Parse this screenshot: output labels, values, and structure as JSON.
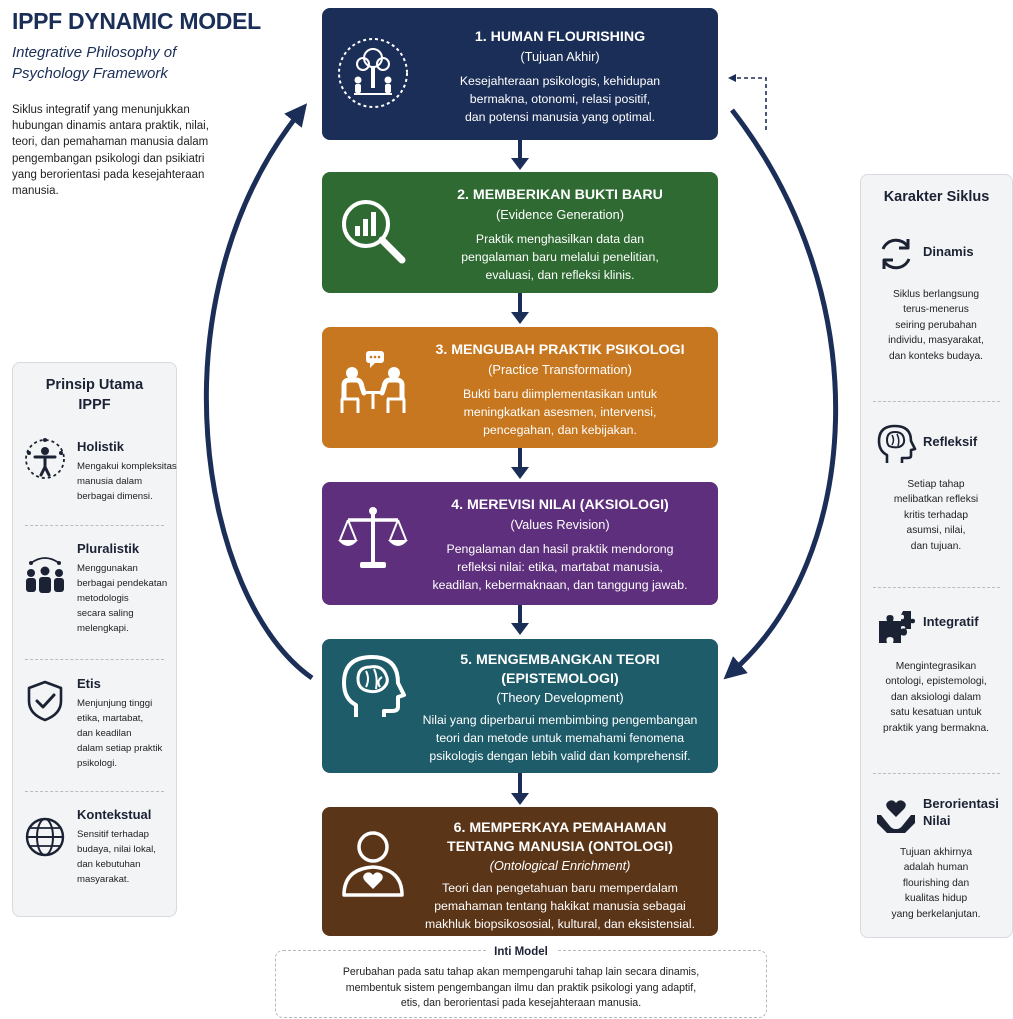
{
  "header": {
    "title": "IPPF DYNAMIC MODEL",
    "subtitle_line1": "Integrative Philosophy of",
    "subtitle_line2": "Psychology Framework",
    "intro": "Siklus integratif yang menunjukkan hubungan dinamis antara praktik, nilai, teori, dan pemahaman manusia dalam pengembangan psikologi dan psikiatri yang berorientasi pada kesejahteraan manusia."
  },
  "colors": {
    "navy": "#1b2e57",
    "green": "#2e6a31",
    "orange": "#c7771f",
    "purple": "#5e2f7c",
    "teal": "#1e5c6a",
    "brown": "#5b3518",
    "arrow": "#1b2e57"
  },
  "steps": [
    {
      "title": "1. HUMAN FLOURISHING",
      "subtitle": "(Tujuan Akhir)",
      "body_lines": [
        "Kesejahteraan psikologis, kehidupan",
        "bermakna, otonomi, relasi positif,",
        "dan potensi manusia yang optimal."
      ],
      "icon": "tree-people-icon"
    },
    {
      "title": "2. MEMBERIKAN BUKTI BARU",
      "subtitle": "(Evidence Generation)",
      "body_lines": [
        "Praktik menghasilkan data dan",
        "pengalaman baru melalui penelitian,",
        "evaluasi, dan refleksi klinis."
      ],
      "icon": "magnifier-chart-icon"
    },
    {
      "title": "3. MENGUBAH PRAKTIK PSIKOLOGI",
      "subtitle": "(Practice Transformation)",
      "body_lines": [
        "Bukti baru diimplementasikan untuk",
        "meningkatkan asesmen, intervensi,",
        "pencegahan, dan kebijakan."
      ],
      "icon": "counseling-session-icon"
    },
    {
      "title": "4. MEREVISI NILAI (AKSIOLOGI)",
      "subtitle": "(Values Revision)",
      "body_lines": [
        "Pengalaman dan hasil praktik mendorong",
        "refleksi nilai: etika, martabat manusia,",
        "keadilan, kebermaknaan, dan tanggung jawab."
      ],
      "icon": "balance-scale-icon"
    },
    {
      "title_line1": "5. MENGEMBANGKAN TEORI",
      "title_line2": "(EPISTEMOLOGI)",
      "subtitle": "(Theory Development)",
      "body_lines": [
        "Nilai yang diperbarui membimbing pengembangan",
        "teori dan metode untuk memahami fenomena",
        "psikologis dengan lebih valid dan komprehensif."
      ],
      "icon": "head-brain-icon"
    },
    {
      "title_line1": "6. MEMPERKAYA PEMAHAMAN",
      "title_line2": "TENTANG MANUSIA (ONTOLOGI)",
      "subtitle": "(Ontological Enrichment)",
      "body_lines": [
        "Teori dan pengetahuan baru memperdalam",
        "pemahaman tentang hakikat manusia sebagai",
        "makhluk biopsikososial, kultural, dan eksistensial."
      ],
      "icon": "person-heart-icon"
    }
  ],
  "left_panel": {
    "title_line1": "Prinsip Utama",
    "title_line2": "IPPF",
    "items": [
      {
        "head": "Holistik",
        "lines": [
          "Mengakui kompleksitas",
          "manusia dalam",
          "berbagai dimensi."
        ],
        "icon": "holistic-person-icon"
      },
      {
        "head": "Pluralistik",
        "lines": [
          "Menggunakan",
          "berbagai pendekatan",
          "metodologis",
          "secara saling",
          "melengkapi."
        ],
        "icon": "group-people-icon"
      },
      {
        "head": "Etis",
        "lines": [
          "Menjunjung tinggi",
          "etika, martabat,",
          "dan keadilan",
          "dalam setiap praktik",
          "psikologi."
        ],
        "icon": "shield-check-icon"
      },
      {
        "head": "Kontekstual",
        "lines": [
          "Sensitif terhadap",
          "budaya, nilai lokal,",
          "dan kebutuhan",
          "masyarakat."
        ],
        "icon": "globe-icon"
      }
    ]
  },
  "right_panel": {
    "title": "Karakter Siklus",
    "items": [
      {
        "head_line1": "Dinamis",
        "head_line2": "",
        "lines": [
          "Siklus berlangsung",
          "terus-menerus",
          "seiring perubahan",
          "individu, masyarakat,",
          "dan konteks budaya."
        ],
        "icon": "cycle-arrows-icon"
      },
      {
        "head_line1": "Refleksif",
        "head_line2": "",
        "lines": [
          "Setiap tahap",
          "melibatkan refleksi",
          "kritis terhadap",
          "asumsi, nilai,",
          "dan tujuan."
        ],
        "icon": "head-brain-icon"
      },
      {
        "head_line1": "Integratif",
        "head_line2": "",
        "lines": [
          "Mengintegrasikan",
          "ontologi, epistemologi,",
          "dan aksiologi dalam",
          "satu kesatuan untuk",
          "praktik yang bermakna."
        ],
        "icon": "puzzle-icon"
      },
      {
        "head_line1": "Berorientasi",
        "head_line2": "Nilai",
        "lines": [
          "Tujuan akhirnya",
          "adalah human",
          "flourishing dan",
          "kualitas hidup",
          "yang berkelanjutan."
        ],
        "icon": "hands-heart-icon"
      }
    ]
  },
  "core": {
    "title": "Inti Model",
    "lines": [
      "Perubahan pada satu tahap akan mempengaruhi tahap lain secara dinamis,",
      "membentuk sistem pengembangan ilmu dan praktik psikologi yang adaptif,",
      "etis, dan berorientasi pada kesejahteraan manusia."
    ]
  }
}
